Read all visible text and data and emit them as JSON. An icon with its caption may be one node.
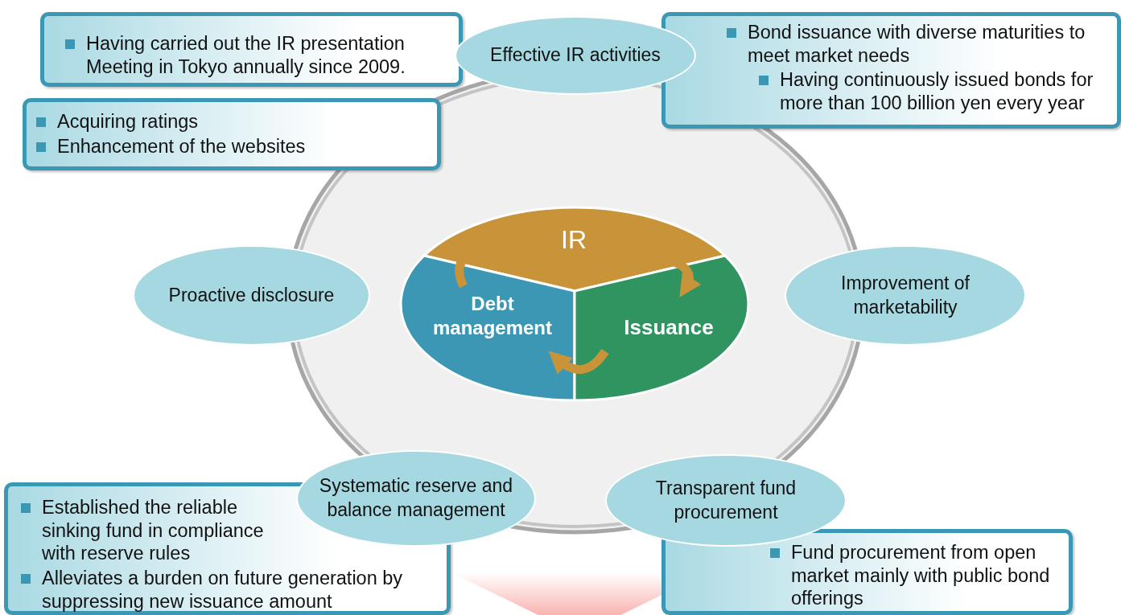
{
  "diagram": {
    "nodes": [
      {
        "text": [
          "Having carried out the IR presentation Meeting in Tokyo annually since 2009."
        ]
      },
      {
        "text": [
          "Effective IR activities"
        ]
      },
      {
        "text": [
          "Bond issuance with diverse maturities to meet market needs",
          "Having continuously issued bonds for more than 100 billion yen every year"
        ]
      },
      {
        "text": [
          "Acquiring ratings",
          "Enhancement of the websites"
        ]
      },
      {
        "text": [],
        "shape": "circle"
      },
      {
        "text": [
          "IR"
        ],
        "in": 4
      },
      {
        "text": [
          "Proactive disclosure"
        ]
      },
      {
        "text": [
          "Debt management"
        ],
        "in": 4
      },
      {
        "text": [
          "Issuance"
        ],
        "in": 4
      },
      {
        "text": [
          "Improvement of marketability"
        ]
      },
      {
        "text": [
          "Systematic reserve and balance management"
        ]
      },
      {
        "text": [
          "Established the reliable sinking fund in compliance with reserve rules",
          "Alleviates a burden on future generation by suppressing new issuance amount"
        ]
      },
      {
        "text": [
          "Transparent fund procurement"
        ]
      },
      {
        "text": [
          "Fund procurement from open market mainly with public bond offerings"
        ]
      },
      {
        "text": [],
        "shape": "trapezoid"
      }
    ],
    "edges": [
      {
        "from": 5,
        "to": 8,
        "arrow": "to"
      },
      {
        "from": 8,
        "to": 7,
        "arrow": "to"
      },
      {
        "from": 7,
        "to": 5,
        "arrow": "to"
      }
    ]
  }
}
